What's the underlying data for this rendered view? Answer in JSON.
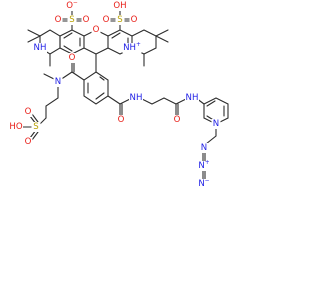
{
  "structure": {
    "type": "chemical-structure",
    "colors": {
      "bond": "#2d2d2d",
      "O": "#e8201a",
      "N": "#2222e6",
      "S": "#b8a100",
      "C": "#2d2d2d"
    },
    "atom_labels": [
      {
        "id": "nh-left",
        "parts": [
          {
            "t": "N",
            "el": "N"
          },
          {
            "t": "H",
            "el": "N"
          }
        ]
      },
      {
        "id": "so3-left-o-top",
        "parts": [
          {
            "t": "O",
            "el": "O"
          },
          {
            "t": "−",
            "el": "O",
            "sup": true
          }
        ]
      },
      {
        "id": "so3-left-s",
        "parts": [
          {
            "t": "S",
            "el": "S"
          }
        ]
      },
      {
        "id": "so3-left-o-l",
        "parts": [
          {
            "t": "O",
            "el": "O"
          }
        ]
      },
      {
        "id": "so3-left-o-r",
        "parts": [
          {
            "t": "O",
            "el": "O"
          }
        ]
      },
      {
        "id": "so3h-right-oh",
        "parts": [
          {
            "t": "O",
            "el": "O"
          },
          {
            "t": "H",
            "el": "O"
          }
        ]
      },
      {
        "id": "so3h-right-s",
        "parts": [
          {
            "t": "S",
            "el": "S"
          }
        ]
      },
      {
        "id": "so3h-right-o-l",
        "parts": [
          {
            "t": "O",
            "el": "O"
          }
        ]
      },
      {
        "id": "so3h-right-o-r",
        "parts": [
          {
            "t": "O",
            "el": "O"
          }
        ]
      },
      {
        "id": "xanthene-o",
        "parts": [
          {
            "t": "O",
            "el": "O"
          }
        ]
      },
      {
        "id": "nh-right",
        "parts": [
          {
            "t": "N",
            "el": "N"
          },
          {
            "t": "H",
            "el": "N"
          },
          {
            "t": "+",
            "el": "N",
            "sup": true
          }
        ]
      },
      {
        "id": "amide1-o",
        "parts": [
          {
            "t": "O",
            "el": "O"
          }
        ]
      },
      {
        "id": "amide1-n",
        "parts": [
          {
            "t": "N",
            "el": "N"
          }
        ]
      },
      {
        "id": "amide2-o",
        "parts": [
          {
            "t": "O",
            "el": "O"
          }
        ]
      },
      {
        "id": "amide2-nh",
        "parts": [
          {
            "t": "N",
            "el": "N"
          },
          {
            "t": "H",
            "el": "N"
          }
        ]
      },
      {
        "id": "amide3-o",
        "parts": [
          {
            "t": "O",
            "el": "O"
          }
        ]
      },
      {
        "id": "amide3-nh",
        "parts": [
          {
            "t": "N",
            "el": "N"
          },
          {
            "t": "H",
            "el": "N"
          }
        ]
      },
      {
        "id": "tail-s",
        "parts": [
          {
            "t": "S",
            "el": "S"
          }
        ]
      },
      {
        "id": "tail-o-top",
        "parts": [
          {
            "t": "O",
            "el": "O"
          }
        ]
      },
      {
        "id": "tail-o-bot",
        "parts": [
          {
            "t": "O",
            "el": "O"
          }
        ]
      },
      {
        "id": "tail-oh",
        "parts": [
          {
            "t": "H",
            "el": "O"
          },
          {
            "t": "O",
            "el": "O"
          }
        ]
      },
      {
        "id": "pyridine-n",
        "parts": [
          {
            "t": "N",
            "el": "N"
          }
        ]
      },
      {
        "id": "azide-n1",
        "parts": [
          {
            "t": "N",
            "el": "N"
          }
        ]
      },
      {
        "id": "azide-n2",
        "parts": [
          {
            "t": "N",
            "el": "N"
          },
          {
            "t": "+",
            "el": "N",
            "sup": true
          }
        ]
      },
      {
        "id": "azide-n3",
        "parts": [
          {
            "t": "N",
            "el": "N"
          },
          {
            "t": "−",
            "el": "N",
            "sup": true
          }
        ]
      }
    ]
  }
}
